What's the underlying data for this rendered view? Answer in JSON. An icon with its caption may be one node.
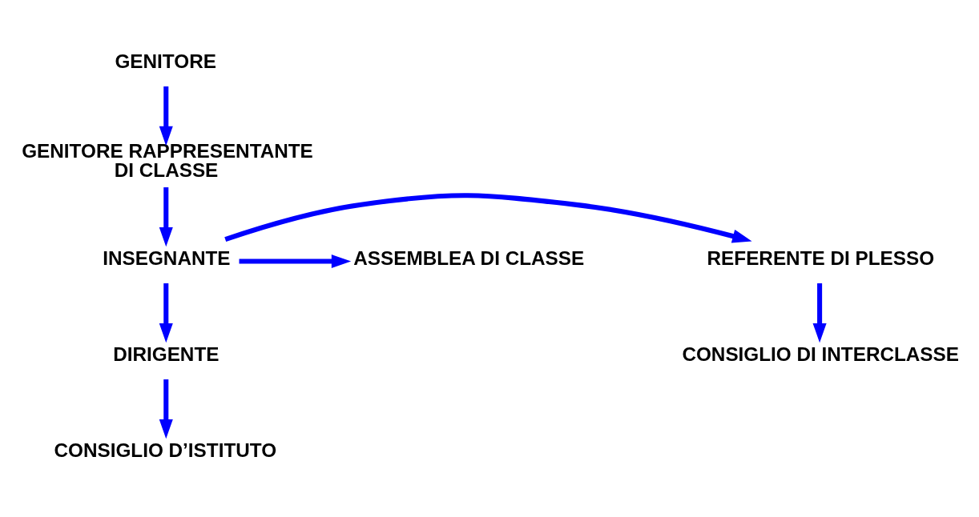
{
  "diagram": {
    "nodes": [
      {
        "text": [
          "GENITORE"
        ]
      },
      {
        "text": [
          "GENITORE RAPPRESENTANTE DI CLASSE"
        ]
      },
      {
        "text": [
          "REFERENTE DI PLESSO"
        ]
      },
      {
        "text": [
          "INSEGNANTE"
        ]
      },
      {
        "text": [
          "ASSEMBLEA DI CLASSE"
        ]
      },
      {
        "text": [
          "DIRIGENTE"
        ]
      },
      {
        "text": [
          "CONSIGLIO DI INTERCLASSE"
        ]
      },
      {
        "text": [
          "CONSIGLIO D’ISTITUTO"
        ]
      }
    ],
    "edges": [
      {
        "from": 0,
        "to": 1,
        "arrow": "to"
      },
      {
        "from": 1,
        "to": 3,
        "arrow": "to"
      },
      {
        "from": 3,
        "to": 2,
        "arrow": "to"
      },
      {
        "from": 3,
        "to": 4,
        "arrow": "to"
      },
      {
        "from": 3,
        "to": 5,
        "arrow": "to"
      },
      {
        "from": 2,
        "to": 6,
        "arrow": "to"
      },
      {
        "from": 5,
        "to": 7,
        "arrow": "to"
      }
    ]
  }
}
